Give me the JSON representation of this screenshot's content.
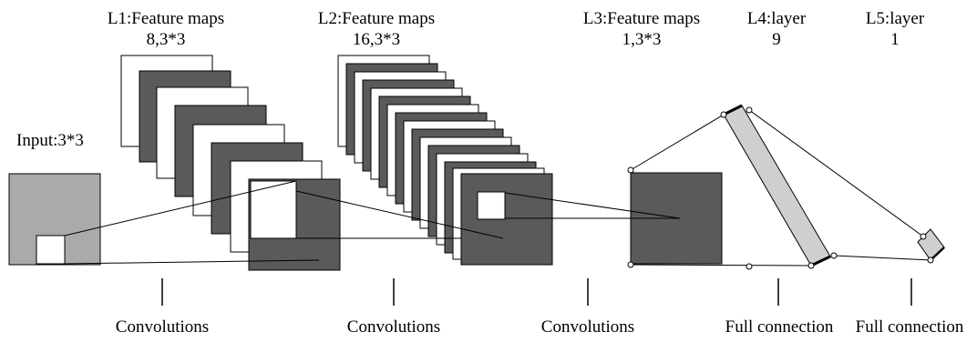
{
  "colors": {
    "dark": "#5a5a5a",
    "light_gray": "#aaaaaa",
    "bar_fill": "#cfcfcf",
    "white": "#ffffff",
    "stroke": "#000000"
  },
  "input": {
    "label": "Input:3*3"
  },
  "layers": [
    {
      "title": "L1:Feature maps",
      "size": "8,3*3"
    },
    {
      "title": "L2:Feature maps",
      "size": "16,3*3"
    },
    {
      "title": "L3:Feature maps",
      "size": "1,3*3"
    },
    {
      "title": "L4:layer",
      "size": "9"
    },
    {
      "title": "L5:layer",
      "size": "1"
    }
  ],
  "operations": [
    {
      "label": "Convolutions"
    },
    {
      "label": "Convolutions"
    },
    {
      "label": "Convolutions"
    },
    {
      "label": "Full connection"
    },
    {
      "label": "Full connection"
    }
  ]
}
